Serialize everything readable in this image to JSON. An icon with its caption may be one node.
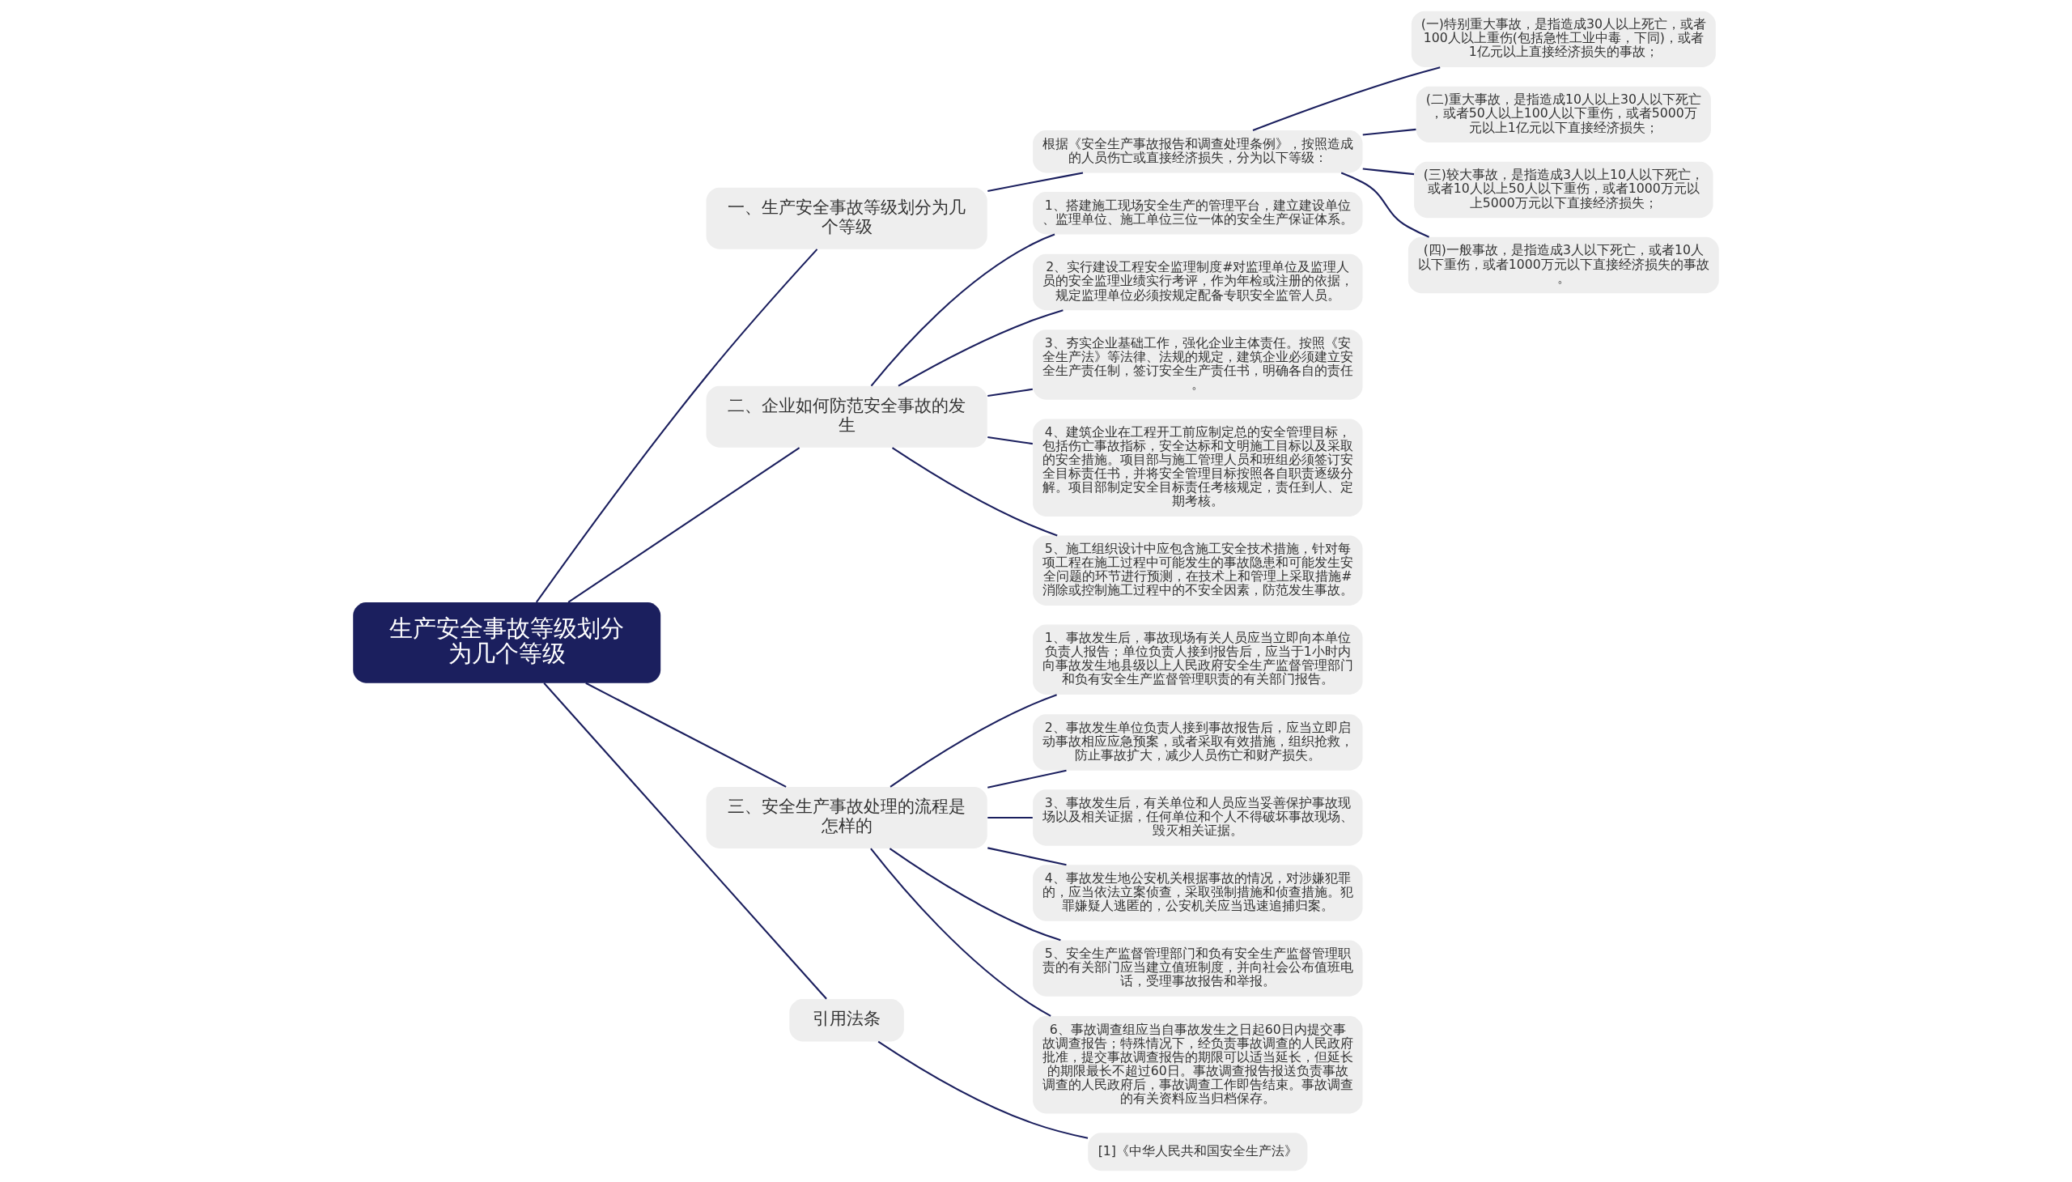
{
  "diagram": {
    "nodes": [
      {
        "text": [
          "生产安全事故等级划分为几个等级"
        ]
      },
      {
        "text": [
          "一、生产安全事故等级划分为几个等级"
        ]
      },
      {
        "text": [
          "根据《安全生产事故报告和调查处理条例》，按照造成的人员伤亡或直接经济损失，分为以下等级："
        ]
      },
      {
        "text": [
          "(一)特别重大事故，是指造成30人以上死亡，或者100人以上重伤(包括急性工业中毒，下同)，或者1亿元以上直接经济损失的事故；"
        ]
      },
      {
        "text": [
          "(二)重大事故，是指造成10人以上30人以下死亡，或者50人以上100人以下重伤，或者5000万元以上1亿元以下直接经济损失；"
        ]
      },
      {
        "text": [
          "(三)较大事故，是指造成3人以上10人以下死亡，或者10人以上50人以下重伤，或者1000万元以上5000万元以下直接经济损失；"
        ]
      },
      {
        "text": [
          "(四)一般事故，是指造成3人以下死亡，或者10人以下重伤，或者1000万元以下直接经济损失的事故。"
        ]
      },
      {
        "text": [
          "二、企业如何防范安全事故的发生"
        ]
      },
      {
        "text": [
          "1、搭建施工现场安全生产的管理平台，建立建设单位、监理单位、施工单位三位一体的安全生产保证体系。"
        ]
      },
      {
        "text": [
          "2、实行建设工程安全监理制度#对监理单位及监理人员的安全监理业绩实行考评，作为年检或注册的依据，规定监理单位必须按规定配备专职安全监管人员。"
        ]
      },
      {
        "text": [
          "3、夯实企业基础工作，强化企业主体责任。按照《安全生产法》等法律、法规的规定，建筑企业必须建立安全生产责任制，签订安全生产责任书，明确各自的责任。"
        ]
      },
      {
        "text": [
          "4、建筑企业在工程开工前应制定总的安全管理目标，包括伤亡事故指标，安全达标和文明施工目标以及采取的安全措施。项目部与施工管理人员和班组必须签订安全目标责任书，并将安全管理目标按照各自职责逐级分解。项目部制定安全目标责任考核规定，责任到人、定期考核。"
        ]
      },
      {
        "text": [
          "5、施工组织设计中应包含施工安全技术措施，针对每项工程在施工过程中可能发生的事故隐患和可能发生安全问题的环节进行预测，在技术上和管理上采取措施#消除或控制施工过程中的不安全因素，防范发生事故。"
        ]
      },
      {
        "text": [
          "三、安全生产事故处理的流程是怎样的"
        ]
      },
      {
        "text": [
          "1、事故发生后，事故现场有关人员应当立即向本单位负责人报告；单位负责人接到报告后，应当于1小时内向事故发生地县级以上人民政府安全生产监督管理部门和负有安全生产监督管理职责的有关部门报告。"
        ]
      },
      {
        "text": [
          "2、事故发生单位负责人接到事故报告后，应当立即启动事故相应应急预案，或者采取有效措施，组织抢救，防止事故扩大，减少人员伤亡和财产损失。"
        ]
      },
      {
        "text": [
          "3、事故发生后，有关单位和人员应当妥善保护事故现场以及相关证据，任何单位和个人不得破坏事故现场、毁灭相关证据。"
        ]
      },
      {
        "text": [
          "4、事故发生地公安机关根据事故的情况，对涉嫌犯罪的，应当依法立案侦查，采取强制措施和侦查措施。犯罪嫌疑人逃匿的，公安机关应当迅速追捕归案。"
        ]
      },
      {
        "text": [
          "5、安全生产监督管理部门和负有安全生产监督管理职责的有关部门应当建立值班制度，并向社会公布值班电话，受理事故报告和举报。"
        ]
      },
      {
        "text": [
          "6、事故调查组应当自事故发生之日起60日内提交事故调查报告；特殊情况下，经负责事故调查的人民政府批准，提交事故调查报告的期限可以适当延长，但延长的期限最长不超过60日。事故调查报告报送负责事故调查的人民政府后，事故调查工作即告结束。事故调查的有关资料应当归档保存。"
        ]
      },
      {
        "text": [
          "引用法条"
        ]
      },
      {
        "text": [
          "[1]《中华人民共和国安全生产法》"
        ]
      }
    ],
    "edges": [
      {
        "from": 0,
        "to": 1,
        "arrow": "none"
      },
      {
        "from": 1,
        "to": 2,
        "arrow": "none"
      },
      {
        "from": 2,
        "to": 3,
        "arrow": "none"
      },
      {
        "from": 2,
        "to": 4,
        "arrow": "none"
      },
      {
        "from": 2,
        "to": 5,
        "arrow": "none"
      },
      {
        "from": 2,
        "to": 6,
        "arrow": "none"
      },
      {
        "from": 0,
        "to": 7,
        "arrow": "none"
      },
      {
        "from": 7,
        "to": 8,
        "arrow": "none"
      },
      {
        "from": 7,
        "to": 9,
        "arrow": "none"
      },
      {
        "from": 7,
        "to": 10,
        "arrow": "none"
      },
      {
        "from": 7,
        "to": 11,
        "arrow": "none"
      },
      {
        "from": 7,
        "to": 12,
        "arrow": "none"
      },
      {
        "from": 0,
        "to": 13,
        "arrow": "none"
      },
      {
        "from": 13,
        "to": 14,
        "arrow": "none"
      },
      {
        "from": 13,
        "to": 15,
        "arrow": "none"
      },
      {
        "from": 13,
        "to": 16,
        "arrow": "none"
      },
      {
        "from": 13,
        "to": 17,
        "arrow": "none"
      },
      {
        "from": 13,
        "to": 18,
        "arrow": "none"
      },
      {
        "from": 13,
        "to": 19,
        "arrow": "none"
      },
      {
        "from": 0,
        "to": 20,
        "arrow": "none"
      },
      {
        "from": 20,
        "to": 21,
        "arrow": "none"
      }
    ]
  }
}
